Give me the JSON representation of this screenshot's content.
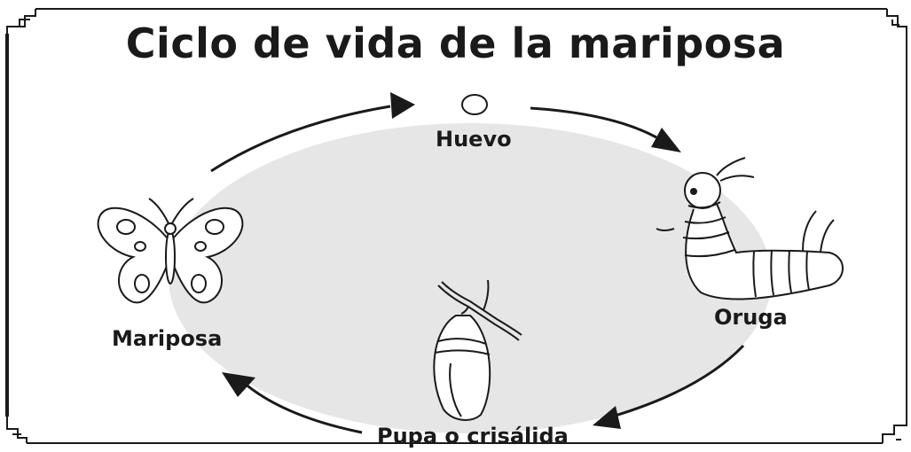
{
  "title": "Ciclo de vida de la mariposa",
  "stages": {
    "egg": "Huevo",
    "caterpillar": "Oruga",
    "pupa": "Pupa o crisálida",
    "butterfly": "Mariposa"
  },
  "colors": {
    "ink": "#1a1a1a",
    "oval_fill": "#e6e6e6",
    "background": "#ffffff"
  }
}
